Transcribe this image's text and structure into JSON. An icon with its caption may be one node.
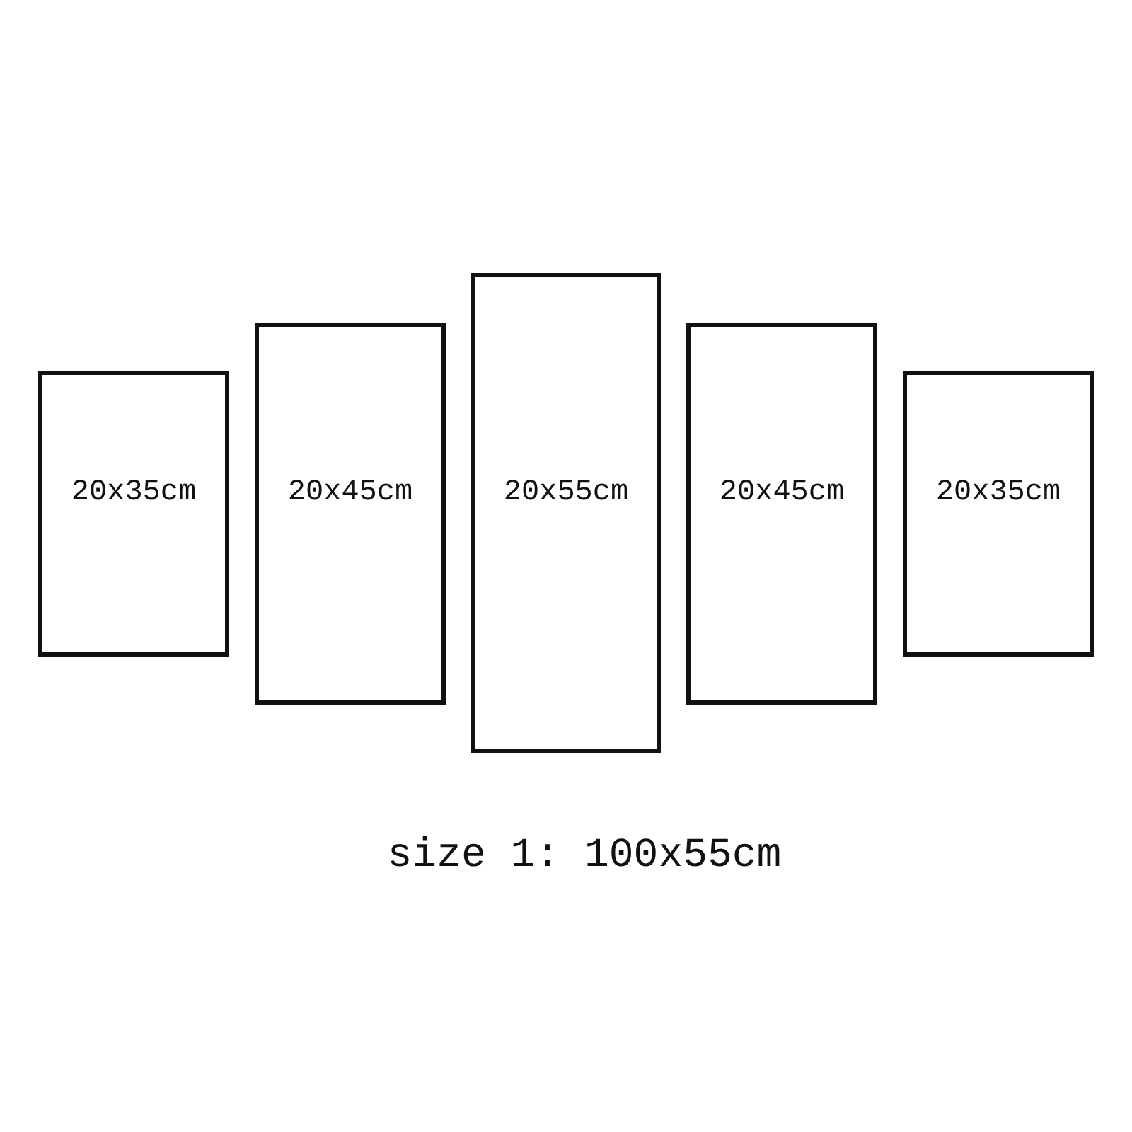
{
  "diagram": {
    "caption": "size 1: 100x55cm",
    "nodes": [
      {
        "text": [
          "20x35cm"
        ]
      },
      {
        "text": [
          "20x45cm"
        ]
      },
      {
        "text": [
          "20x55cm"
        ]
      },
      {
        "text": [
          "20x45cm"
        ]
      },
      {
        "text": [
          "20x35cm"
        ]
      }
    ]
  }
}
